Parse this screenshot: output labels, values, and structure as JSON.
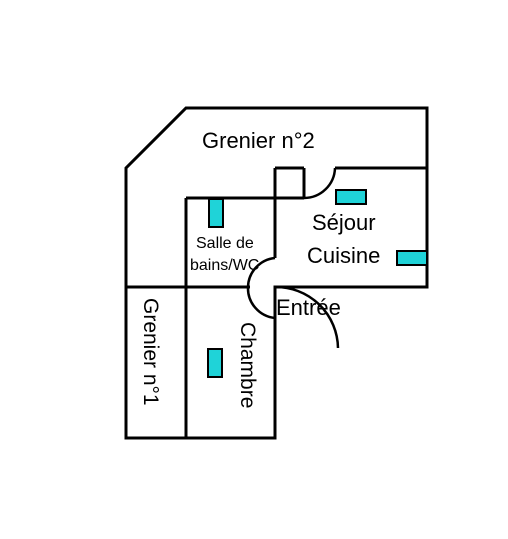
{
  "floorplan": {
    "rooms": {
      "grenier_2": "Grenier n°2",
      "sejour_line1": "Séjour",
      "sejour_line2": "Cuisine",
      "salle_de_bains_line1": "Salle de",
      "salle_de_bains_line2": "bains/WC",
      "entree": "Entrée",
      "grenier_1": "Grenier n°1",
      "chambre": "Chambre"
    },
    "colors": {
      "wall": "#000000",
      "window_fill": "#1fd3d8",
      "background": "#ffffff"
    }
  }
}
